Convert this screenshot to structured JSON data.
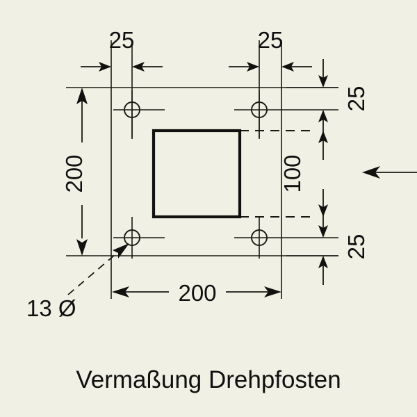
{
  "drawing": {
    "title": "Vermaßung Drehpfosten",
    "background_color": "#f0f0e4",
    "line_color": "#1a1a14",
    "dimensions": {
      "top_left_25": "25",
      "top_right_25": "25",
      "right_top_25": "25",
      "right_bottom_25": "25",
      "left_200": "200",
      "bottom_200": "200",
      "right_100": "100",
      "hole_diameter": "13 Ø"
    }
  },
  "chart_data": {
    "type": "table",
    "title": "Vermaßung Drehpfosten",
    "annotations": [
      {
        "label": "25",
        "orientation": "horizontal",
        "position": "top-left",
        "value": 25
      },
      {
        "label": "25",
        "orientation": "horizontal",
        "position": "top-right",
        "value": 25
      },
      {
        "label": "25",
        "orientation": "vertical",
        "position": "right-top",
        "value": 25
      },
      {
        "label": "25",
        "orientation": "vertical",
        "position": "right-bottom",
        "value": 25
      },
      {
        "label": "200",
        "orientation": "vertical",
        "position": "left",
        "value": 200
      },
      {
        "label": "200",
        "orientation": "horizontal",
        "position": "bottom",
        "value": 200
      },
      {
        "label": "100",
        "orientation": "vertical",
        "position": "right-center",
        "value": 100
      },
      {
        "label": "13 Ø",
        "orientation": "leader",
        "position": "bottom-left",
        "value": 13
      }
    ]
  }
}
